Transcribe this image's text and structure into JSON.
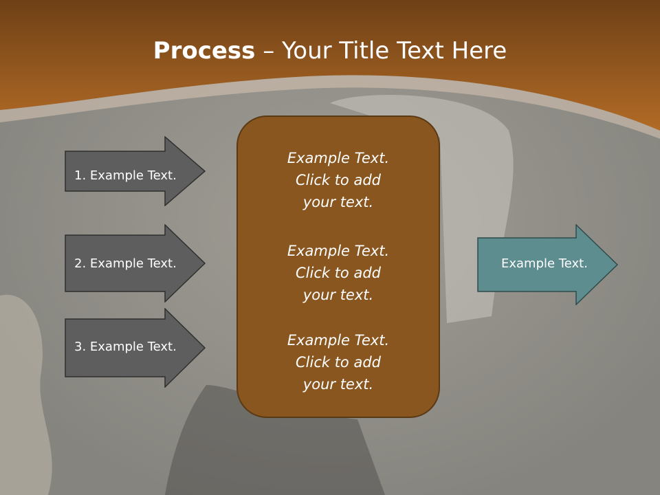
{
  "title": {
    "bold": "Process",
    "dash": " – ",
    "rest": "Your Title Text Here"
  },
  "left_arrows": [
    {
      "label": "1. Example Text."
    },
    {
      "label": "2. Example Text."
    },
    {
      "label": "3. Example Text."
    }
  ],
  "center_box": {
    "blocks": [
      {
        "line1": "Example Text.",
        "line2": "Click  to add",
        "line3": "your text."
      },
      {
        "line1": "Example Text.",
        "line2": "Click  to add",
        "line3": "your text."
      },
      {
        "line1": "Example Text.",
        "line2": "Click  to add",
        "line3": "your text."
      }
    ]
  },
  "right_arrow": {
    "label": "Example Text."
  },
  "colors": {
    "header_dark": "#6e4016",
    "header_light": "#b26b26",
    "left_arrow_fill": "#5e5e5e",
    "center_box_fill": "#8a561f",
    "right_arrow_fill": "#5e8d8f"
  }
}
